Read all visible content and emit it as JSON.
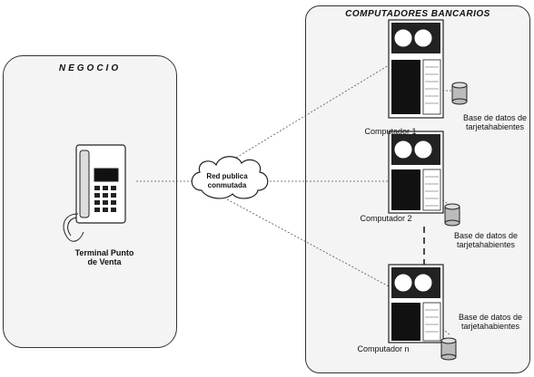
{
  "negocio": {
    "title": "NEGOCIO",
    "terminal_label_line1": "Terminal Punto",
    "terminal_label_line2": "de Venta"
  },
  "network": {
    "label_line1": "Red publica",
    "label_line2": "conmutada"
  },
  "bancarios": {
    "title": "COMPUTADORES BANCARIOS",
    "computers": [
      {
        "label": "Computador 1",
        "db_line1": "Base de datos de",
        "db_line2": "tarjetahabientes"
      },
      {
        "label": "Computador 2",
        "db_line1": "Base de datos de",
        "db_line2": "tarjetahabientes"
      },
      {
        "label": "Computador  n",
        "db_line1": "Base de datos de",
        "db_line2": "tarjetahabientes"
      }
    ]
  }
}
